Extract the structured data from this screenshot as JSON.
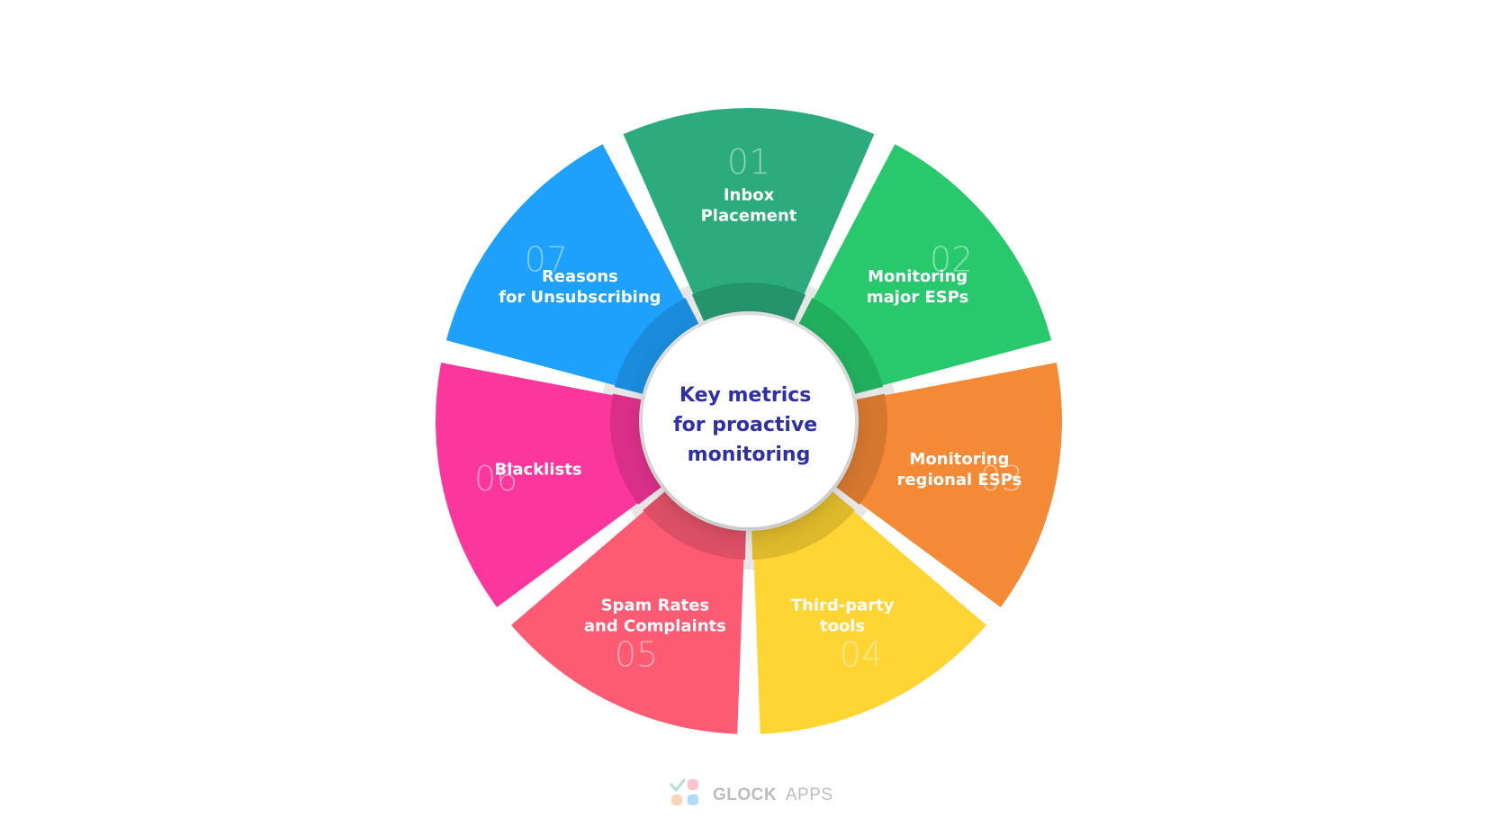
{
  "center": {
    "lines": [
      "Key metrics",
      "for proactive",
      "monitoring"
    ],
    "color": "#2f2fa8"
  },
  "segments": [
    {
      "number": "01",
      "lines": [
        "Inbox",
        "Placement"
      ],
      "color": "#2bab7e"
    },
    {
      "number": "02",
      "lines": [
        "Monitoring",
        "major ESPs"
      ],
      "color": "#27c96c"
    },
    {
      "number": "03",
      "lines": [
        "Monitoring",
        "regional ESPs"
      ],
      "color": "#f48936"
    },
    {
      "number": "04",
      "lines": [
        "Third-party",
        "tools"
      ],
      "color": "#fed532"
    },
    {
      "number": "05",
      "lines": [
        "Spam Rates",
        "and Complaints"
      ],
      "color": "#fd5b74"
    },
    {
      "number": "06",
      "lines": [
        "Blacklists"
      ],
      "color": "#fb379e"
    },
    {
      "number": "07",
      "lines": [
        "Reasons",
        "for Unsubscribing"
      ],
      "color": "#1ea1fc"
    }
  ],
  "logo": {
    "brand": "GLOCK",
    "suffix": "APPS",
    "icon": "glock-apps-logo-icon"
  }
}
